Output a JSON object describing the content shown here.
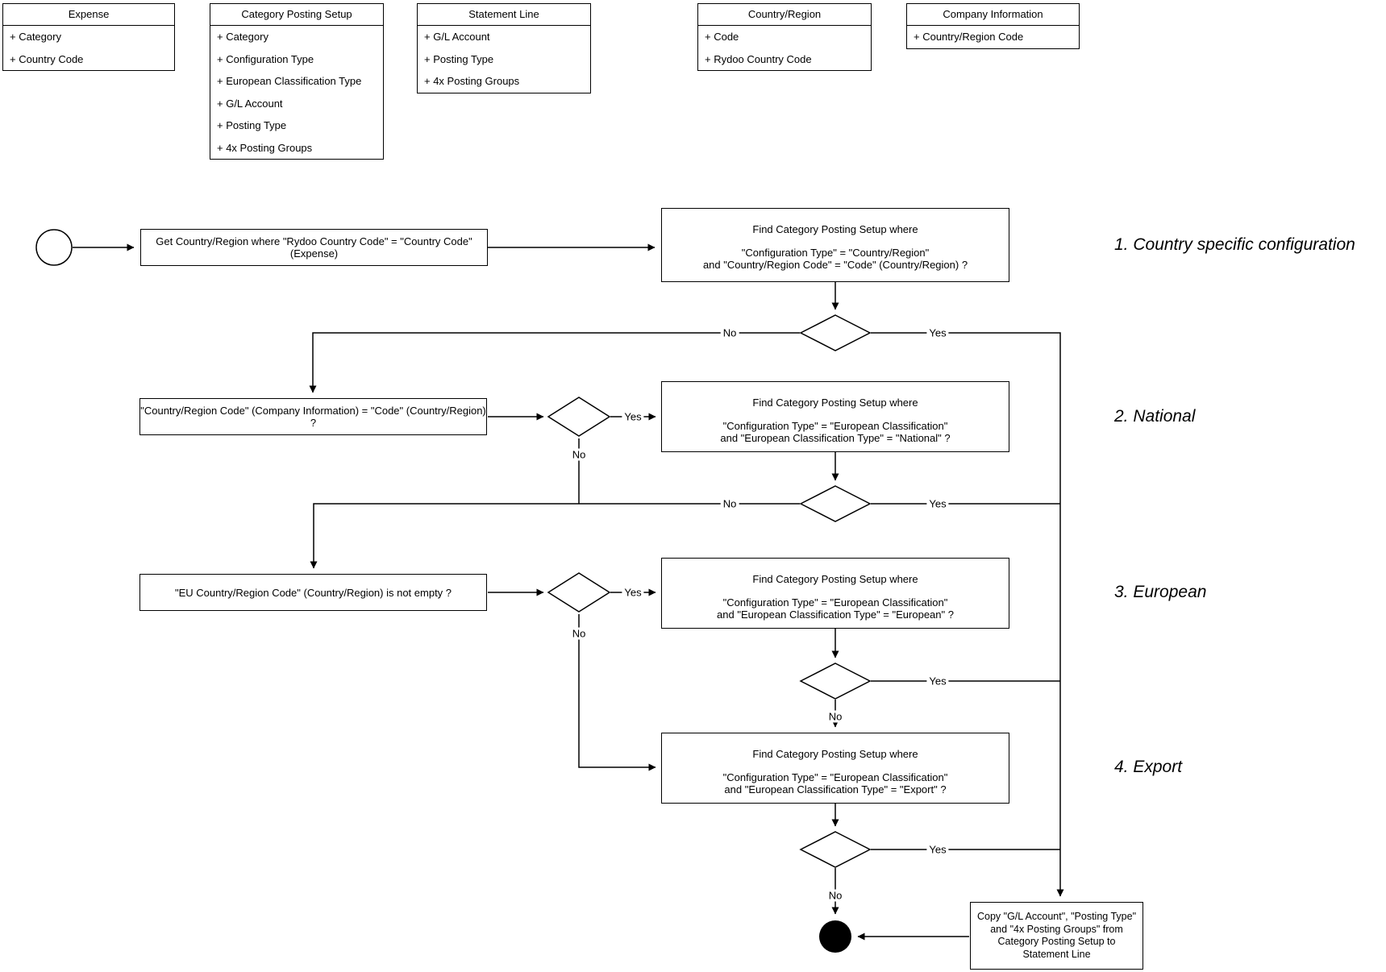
{
  "diagram": {
    "entities": [
      {
        "title": "Expense",
        "fields": [
          "+ Category",
          "+ Country Code"
        ]
      },
      {
        "title": "Category Posting Setup",
        "fields": [
          "+ Category",
          "+ Configuration Type",
          "+ European Classification Type",
          "+ G/L Account",
          "+ Posting Type",
          "+ 4x Posting Groups"
        ]
      },
      {
        "title": "Statement Line",
        "fields": [
          "+ G/L Account",
          "+ Posting Type",
          "+ 4x Posting Groups"
        ]
      },
      {
        "title": "Country/Region",
        "fields": [
          "+ Code",
          "+ Rydoo Country Code"
        ]
      },
      {
        "title": "Company Information",
        "fields": [
          "+ Country/Region Code"
        ]
      }
    ],
    "nodes": {
      "get_country_region": {
        "line1": "Get Country/Region where \"Rydoo Country Code\" = \"Country Code\"",
        "line2": "(Expense)"
      },
      "find_country": {
        "title": "Find Category Posting Setup where",
        "cond1": "\"Configuration Type\" = \"Country/Region\"",
        "cond2": "and \"Country/Region Code\" = \"Code\" (Country/Region) ?"
      },
      "company_check": {
        "line1": "\"Country/Region Code\" (Company Information) = \"Code\" (Country/Region)",
        "line2": "?"
      },
      "find_national": {
        "title": "Find Category Posting Setup where",
        "cond1": "\"Configuration Type\" = \"European Classification\"",
        "cond2": "and \"European Classification Type\" = \"National\" ?"
      },
      "eu_check": {
        "line1": "\"EU Country/Region Code\" (Country/Region) is not empty ?"
      },
      "find_european": {
        "title": "Find Category Posting Setup where",
        "cond1": "\"Configuration Type\" = \"European Classification\"",
        "cond2": "and \"European Classification Type\" = \"European\" ?"
      },
      "find_export": {
        "title": "Find Category Posting Setup where",
        "cond1": "\"Configuration Type\" = \"European Classification\"",
        "cond2": "and \"European Classification Type\" = \"Export\" ?"
      },
      "copy_result": {
        "line1": "Copy \"G/L Account\", \"Posting Type\"",
        "line2": "and \"4x Posting Groups\" from",
        "line3": "Category Posting Setup to",
        "line4": "Statement Line"
      }
    },
    "branch_labels": {
      "yes": "Yes",
      "no": "No"
    },
    "section_labels": [
      "1. Country specific configuration",
      "2. National",
      "3. European",
      "4. Export"
    ],
    "colors": {
      "stroke": "#000000",
      "fill": "#ffffff",
      "text": "#000000"
    }
  }
}
